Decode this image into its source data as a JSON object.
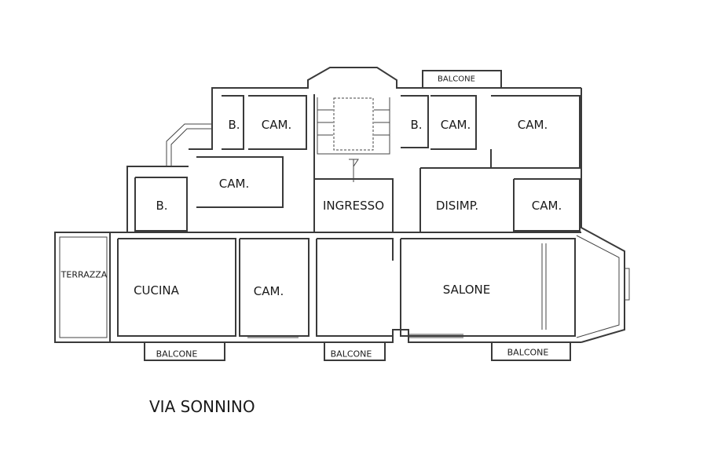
{
  "rooms": {
    "bagno_1": "B.",
    "camera_1": "CAM.",
    "camera_2": "CAM.",
    "bagno_2": "B.",
    "bagno_3": "B.",
    "camera_3": "CAM.",
    "camera_4": "CAM.",
    "ingresso": "INGRESSO",
    "disimpegno": "DISIMP.",
    "camera_5": "CAM.",
    "terrazza": "TERRAZZA",
    "cucina": "CUCINA",
    "camera_6": "CAM.",
    "salone": "SALONE"
  },
  "balconies": {
    "top": "BALCONE",
    "bottom_left": "BALCONE",
    "bottom_center": "BALCONE",
    "bottom_right": "BALCONE"
  },
  "street": "VIA SONNINO"
}
